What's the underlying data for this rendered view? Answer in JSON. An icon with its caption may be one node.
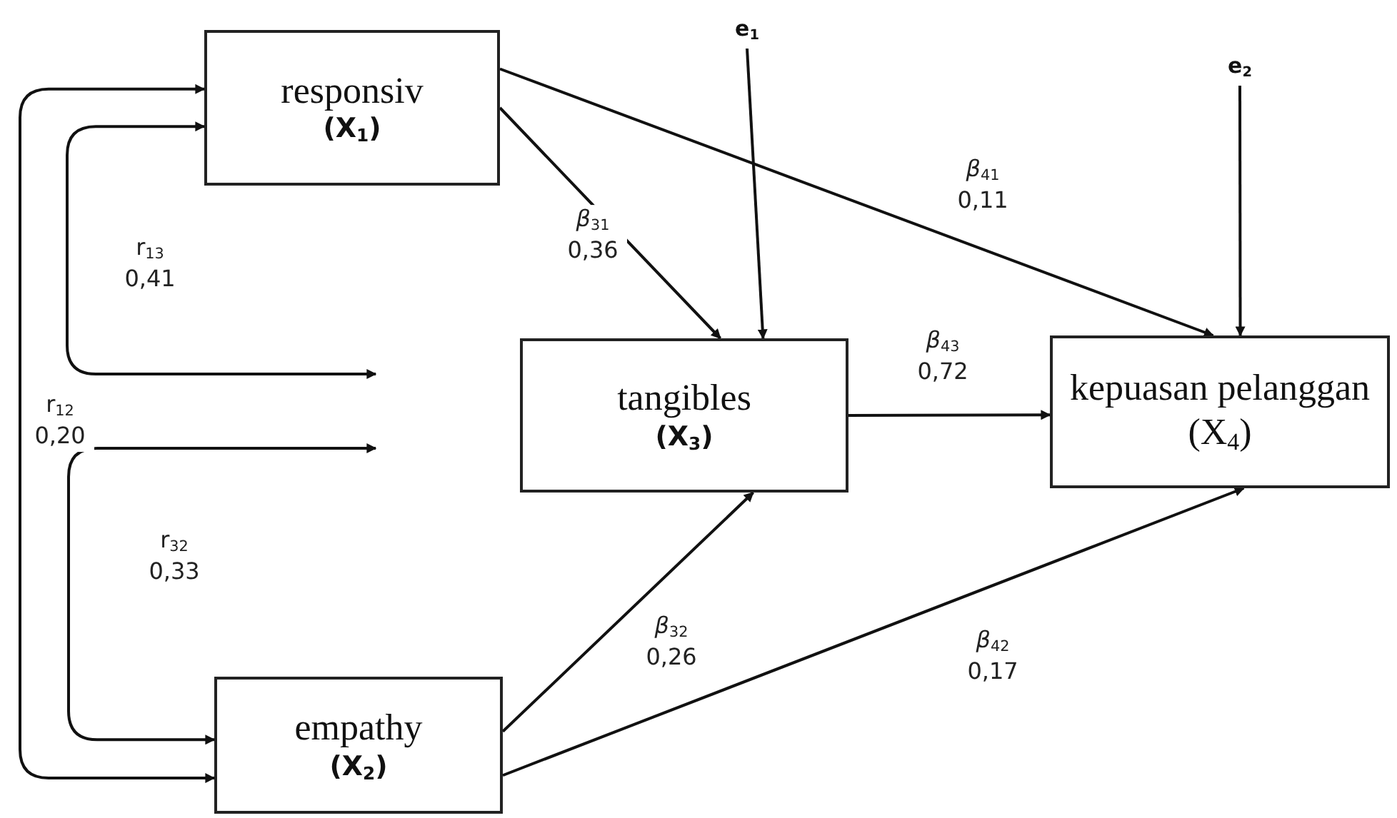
{
  "diagram": {
    "nodes": [
      {
        "text": [
          "responsiv",
          "(X$_{1}$)"
        ]
      },
      {
        "text": [
          "e$_{1}$"
        ]
      },
      {
        "text": [
          "e$_{2}$"
        ]
      },
      {
        "text": [
          "tangibles",
          "(X$_{3}$)"
        ]
      },
      {
        "text": [
          "kepuasan pelanggan (X$_{4}$)"
        ]
      },
      {
        "text": [
          "empathy",
          "(X$_{2}$)"
        ]
      }
    ],
    "edges": [
      {
        "from": 1,
        "to": 3,
        "arrow": "to"
      },
      {
        "from": 2,
        "to": 4,
        "arrow": "to"
      },
      {
        "from": 0,
        "to": 3,
        "arrow": "to",
        "label": "*β*$_{31}$ 0,36"
      },
      {
        "from": 0,
        "to": 4,
        "arrow": "to",
        "label": "*β*$_{41}$ 0,11"
      },
      {
        "from": 3,
        "to": 4,
        "arrow": "to",
        "label": "*β*$_{43}$ 0,72"
      },
      {
        "from": 5,
        "to": 3,
        "arrow": "to",
        "label": "*β*$_{32}$ 0,26"
      },
      {
        "from": 5,
        "to": 4,
        "arrow": "to",
        "label": "*β*$_{42}$ 0,17"
      },
      {
        "from": 0,
        "to": 5,
        "arrow": "both",
        "label": "r$_{12}$ 0,20"
      },
      {
        "from": 0,
        "to": null,
        "arrow": "both",
        "label": "r$_{13}$ 0,41"
      },
      {
        "from": null,
        "to": 5,
        "arrow": "both",
        "label": "r$_{32}$ 0,33"
      }
    ]
  }
}
